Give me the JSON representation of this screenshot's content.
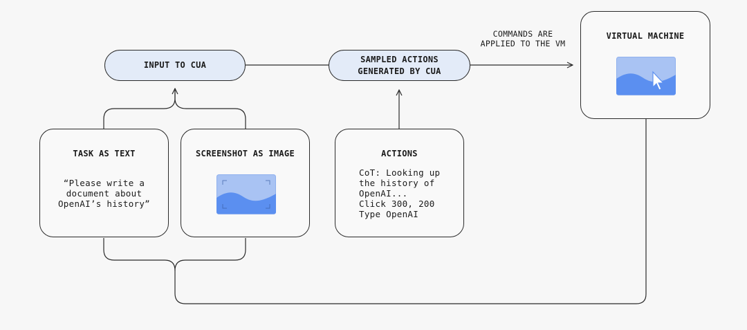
{
  "nodes": {
    "input_to_cua": "INPUT TO CUA",
    "sampled_actions": "SAMPLED ACTIONS\nGENERATED BY CUA",
    "virtual_machine": {
      "title": "VIRTUAL MACHINE"
    },
    "task_as_text": {
      "title": "TASK AS TEXT",
      "body": "“Please write a\ndocument about\nOpenAI’s history”"
    },
    "screenshot_as_image": {
      "title": "SCREENSHOT AS IMAGE"
    },
    "actions": {
      "title": "ACTIONS",
      "body": "CoT: Looking up\nthe history of\nOpenAI...\nClick 300, 200\nType OpenAI"
    }
  },
  "edges": {
    "to_vm_label": "COMMANDS ARE\nAPPLIED TO THE VM"
  },
  "colors": {
    "pill_fill": "#e3ebf8",
    "stroke": "#2a2a2a",
    "image_light": "#a9c3f3",
    "image_dark": "#5b8ff0"
  },
  "icons": [
    "image-icon",
    "cursor-icon"
  ]
}
